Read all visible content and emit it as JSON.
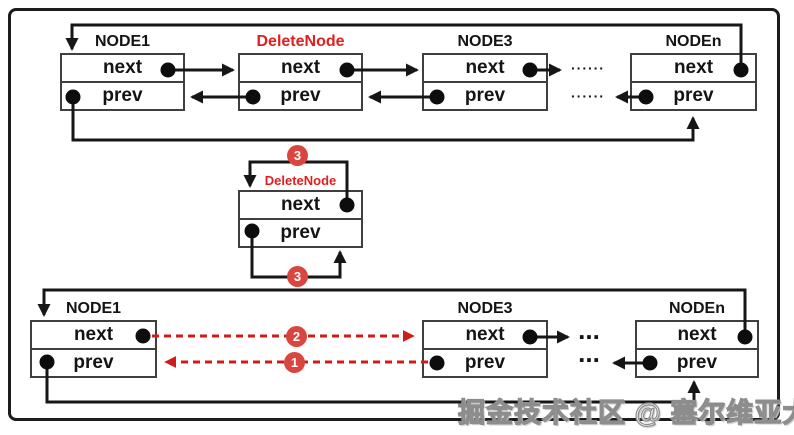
{
  "cells": {
    "next": "next",
    "prev": "prev"
  },
  "ellipsis": {
    "top": "······",
    "bottom": "..."
  },
  "badges": {
    "step1": "1",
    "step2": "2",
    "step3_top": "3",
    "step3_bottom": "3"
  },
  "top_list": {
    "nodes": [
      {
        "label": "NODE1"
      },
      {
        "label": "DeleteNode"
      },
      {
        "label": "NODE3"
      },
      {
        "label": "NODEn"
      }
    ]
  },
  "middle": {
    "label": "DeleteNode"
  },
  "bottom_list": {
    "nodes": [
      {
        "label": "NODE1"
      },
      {
        "label": "NODE3"
      },
      {
        "label": "NODEn"
      }
    ]
  },
  "watermark": "掘金技术社区 @ 塞尔维亚大汉",
  "colors": {
    "line_black": "#161616",
    "accent_red": "#d11a1a",
    "badge_red": "#d8463f",
    "label_red": "#e01f1f"
  }
}
